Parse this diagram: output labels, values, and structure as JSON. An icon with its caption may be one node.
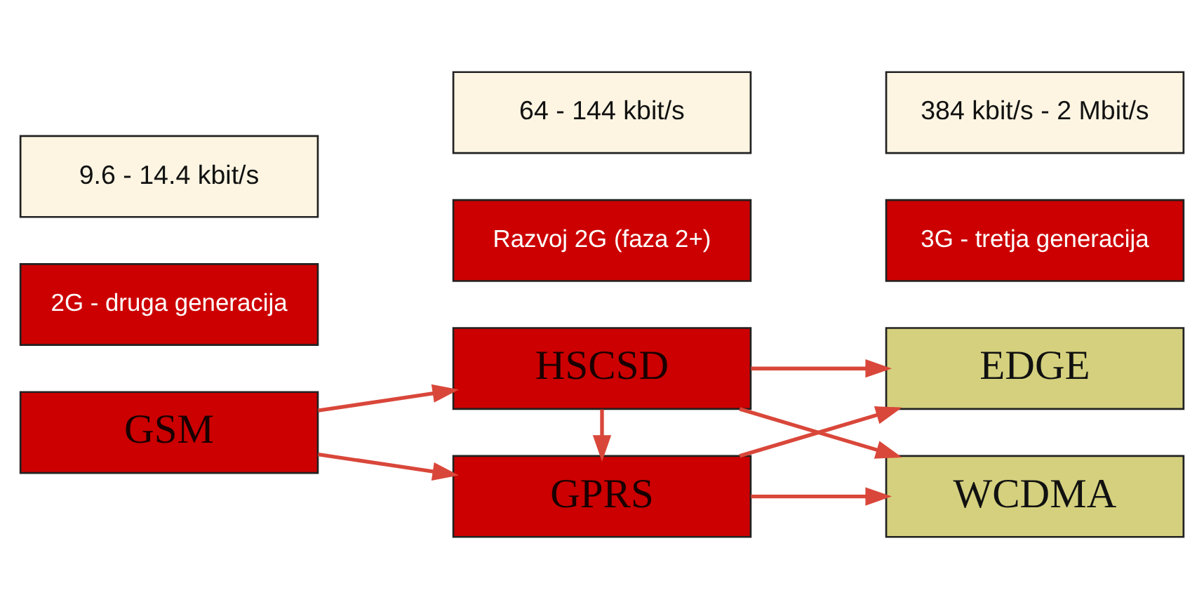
{
  "diagram": {
    "nodes": [
      {
        "text": [
          "GSM"
        ]
      },
      {
        "text": [
          "HSCSD"
        ]
      },
      {
        "text": [
          "GPRS"
        ]
      },
      {
        "text": [
          "EDGE"
        ]
      },
      {
        "text": [
          "WCDMA"
        ]
      },
      {
        "text": [
          "2G - druga generacija"
        ]
      },
      {
        "text": [
          "9.6 - 14.4 kbit/s"
        ]
      },
      {
        "text": [
          "Razvoj 2G (faza 2+)"
        ]
      },
      {
        "text": [
          "64 - 144 kbit/s"
        ]
      },
      {
        "text": [
          "3G - tretja generacija"
        ]
      },
      {
        "text": [
          "384 kbit/s - 2 Mbit/s"
        ]
      }
    ],
    "edges": [
      {
        "from": 0,
        "to": 1,
        "arrow": "to"
      },
      {
        "from": 0,
        "to": 2,
        "arrow": "to"
      },
      {
        "from": 1,
        "to": 2,
        "arrow": "to"
      },
      {
        "from": 1,
        "to": 3,
        "arrow": "to"
      },
      {
        "from": 1,
        "to": 4,
        "arrow": "to"
      },
      {
        "from": 2,
        "to": 3,
        "arrow": "to"
      },
      {
        "from": 2,
        "to": 4,
        "arrow": "to"
      }
    ]
  }
}
